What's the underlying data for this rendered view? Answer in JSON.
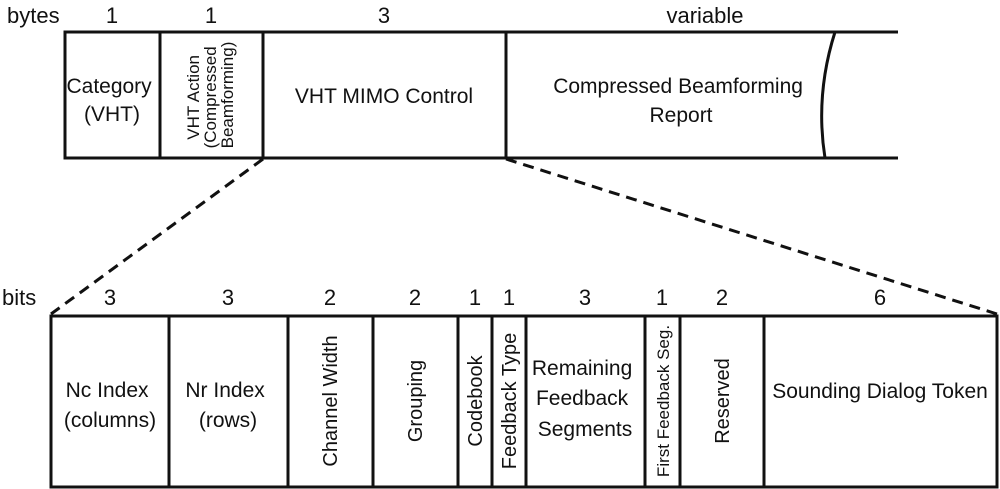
{
  "top": {
    "unit_label": "bytes",
    "fields": [
      {
        "size": "1",
        "lines": [
          "Category",
          "(VHT)"
        ]
      },
      {
        "size": "1",
        "lines": [
          "VHT Action",
          "(Compressed",
          "Beamforming)"
        ]
      },
      {
        "size": "3",
        "lines": [
          "VHT MIMO Control"
        ]
      },
      {
        "size": "variable",
        "lines": [
          "Compressed Beamforming",
          "Report"
        ]
      }
    ]
  },
  "bottom": {
    "unit_label": "bits",
    "fields": [
      {
        "size": "3",
        "lines": [
          "Nc Index",
          "(columns)"
        ]
      },
      {
        "size": "3",
        "lines": [
          "Nr Index",
          "(rows)"
        ]
      },
      {
        "size": "2",
        "lines": [
          "Channel Width"
        ]
      },
      {
        "size": "2",
        "lines": [
          "Grouping"
        ]
      },
      {
        "size": "1",
        "lines": [
          "Codebook"
        ]
      },
      {
        "size": "1",
        "lines": [
          "Feedback Type"
        ]
      },
      {
        "size": "3",
        "lines": [
          "Remaining",
          "Feedback",
          "Segments"
        ]
      },
      {
        "size": "1",
        "lines": [
          "First Feedback Seg."
        ]
      },
      {
        "size": "2",
        "lines": [
          "Reserved"
        ]
      },
      {
        "size": "6",
        "lines": [
          "Sounding Dialog Token"
        ]
      }
    ]
  }
}
